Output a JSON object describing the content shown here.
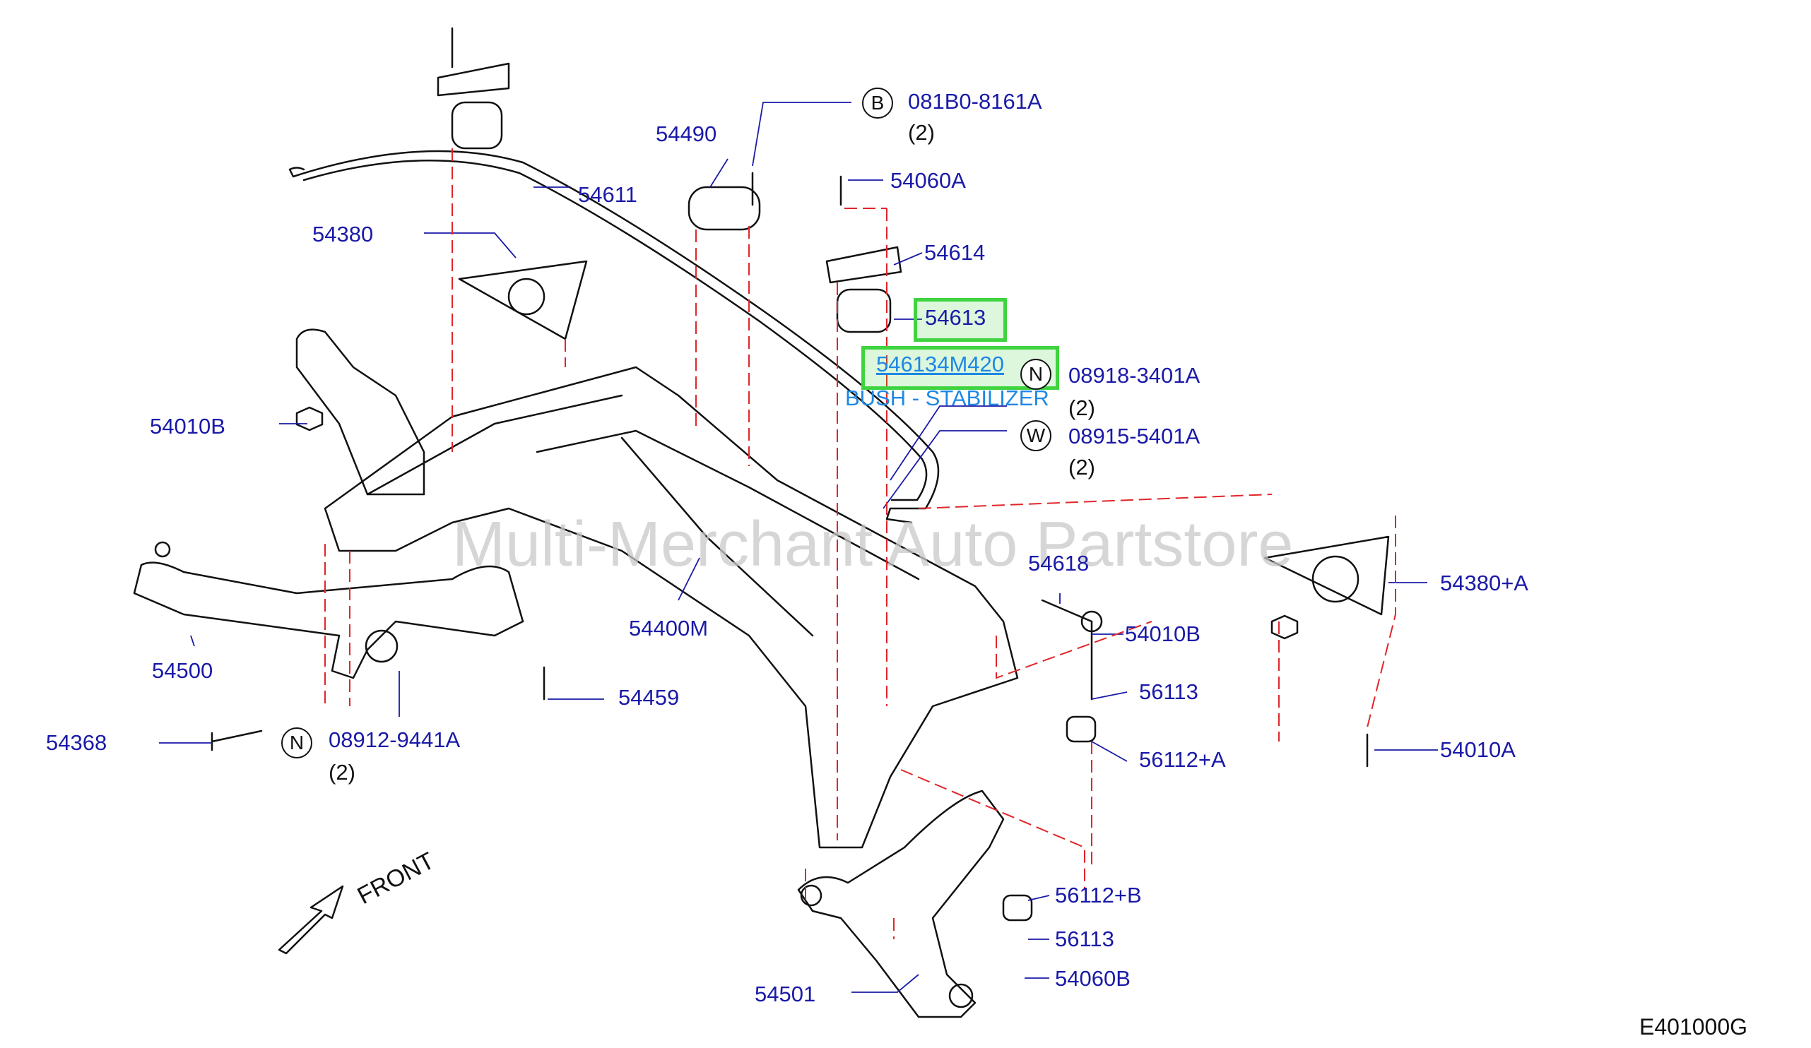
{
  "diagram": {
    "code": "E401000G",
    "watermark": "Multi-Merchant Auto Partstore",
    "front_label": "FRONT",
    "highlight": {
      "part": "546134M420",
      "description": "BUSH - STABILIZER"
    },
    "labels": {
      "p081B0": "081B0-8161A",
      "q2a": "(2)",
      "p54490": "54490",
      "p54060A": "54060A",
      "p54611": "54611",
      "p54380": "54380",
      "p54614": "54614",
      "p54613": "54613",
      "p08918": "08918-3401A",
      "q2b": "(2)",
      "p08915": "08915-5401A",
      "q2c": "(2)",
      "p54010B_left": "54010B",
      "p54618": "54618",
      "p54380A": "54380+A",
      "p54010B_right": "54010B",
      "p54400M": "54400M",
      "p54500": "54500",
      "p54459": "54459",
      "p56113_top": "56113",
      "p54368": "54368",
      "p08912": "08912-9441A",
      "q2d": "(2)",
      "p56112A": "56112+A",
      "p54010A": "54010A",
      "p56112B": "56112+B",
      "p56113_bot": "56113",
      "p54060B": "54060B",
      "p54501": "54501"
    },
    "badges": {
      "b": "B",
      "n1": "N",
      "w": "W",
      "n2": "N"
    }
  }
}
